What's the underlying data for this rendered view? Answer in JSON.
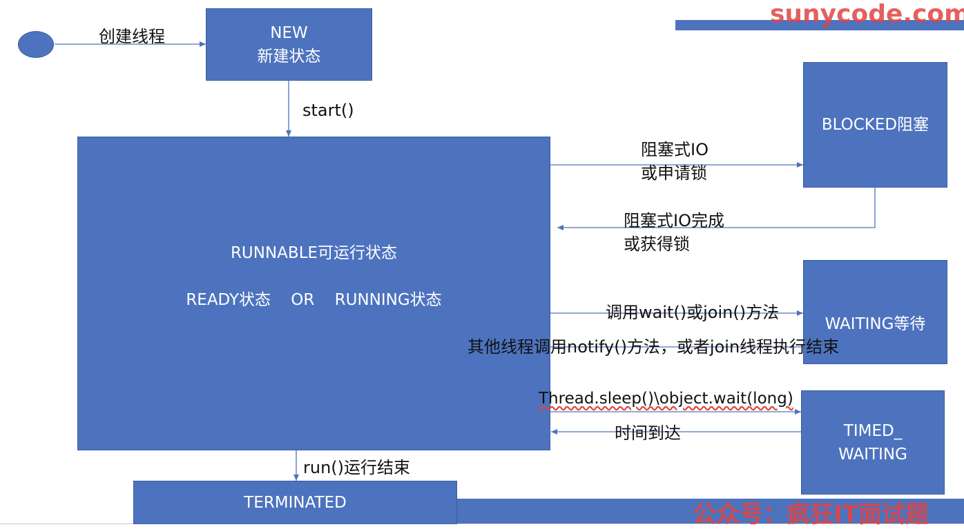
{
  "nodes": {
    "start": "",
    "new_line1": "NEW",
    "new_line2": "新建状态",
    "runnable_line1": "RUNNABLE可运行状态",
    "runnable_line2": "READY状态    OR    RUNNING状态",
    "blocked": "BLOCKED阻塞",
    "waiting": "WAITING等待",
    "timed_line1": "TIMED_",
    "timed_line2": "WAITING",
    "terminated": "TERMINATED"
  },
  "edges": {
    "create": "创建线程",
    "start": "start()",
    "to_blocked_line1": "阻塞式IO",
    "to_blocked_line2": "或申请锁",
    "from_blocked_line1": "阻塞式IO完成",
    "from_blocked_line2": "或获得锁",
    "to_waiting": "调用wait()或join()方法",
    "from_waiting": "其他线程调用notify()方法，或者join线程执行结束",
    "to_timed": "Thread.sleep()\\object.wait(long)",
    "from_timed": "时间到达",
    "run_end": "run()运行结束"
  },
  "watermarks": {
    "site": "sunycode.com",
    "wechat": "公众号：疯狂IT面试题"
  },
  "colors": {
    "node_fill": "#4d73be",
    "node_text": "#ffffff",
    "arrow": "#4d73be",
    "watermark": "#e04545"
  }
}
